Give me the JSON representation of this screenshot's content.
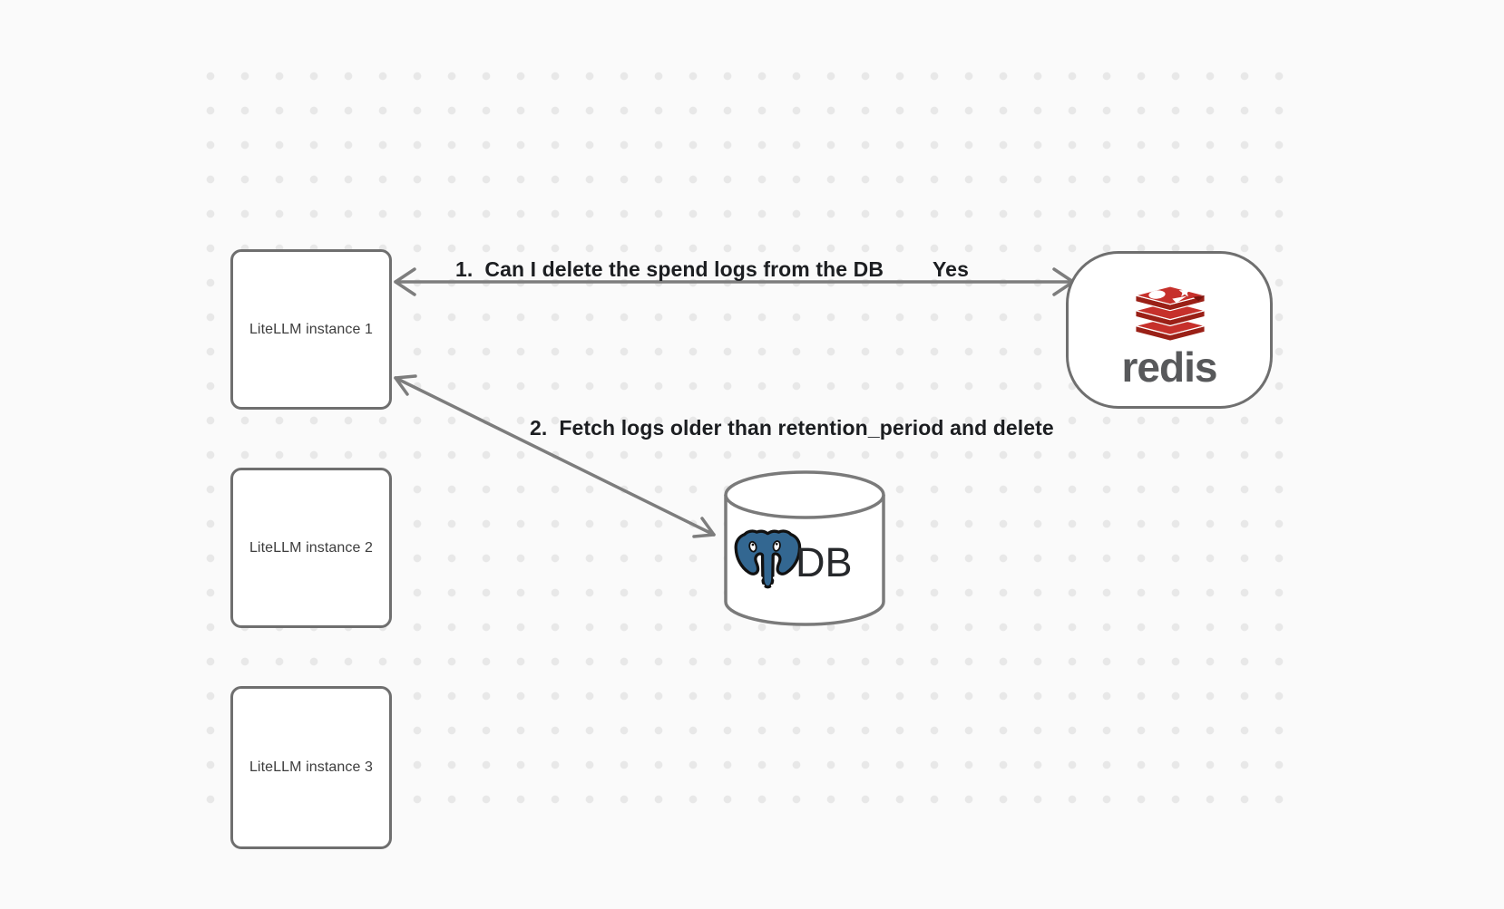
{
  "canvas": {
    "background_color": "#fafafa",
    "dot_color": "#e8e8e8",
    "shape_stroke_color": "#6f6f6f",
    "arrow_color": "#7d7d7d"
  },
  "instances": [
    {
      "label": "LiteLLM instance 1"
    },
    {
      "label": "LiteLLM instance 2"
    },
    {
      "label": "LiteLLM instance 3"
    }
  ],
  "redis_node": {
    "wordmark": "redis",
    "icon": "redis-logo-icon",
    "logo_red": "#c6302b",
    "logo_dark_red": "#9a2017",
    "wordmark_color": "#58595b"
  },
  "db_node": {
    "label": "DB",
    "icon": "postgresql-logo-icon",
    "postgres_blue": "#336791"
  },
  "arrows": [
    {
      "name": "instance1-redis",
      "label": "1.  Can I delete the spend logs from the DB",
      "response_label": "Yes",
      "direction": "bidirectional"
    },
    {
      "name": "instance1-db",
      "label": "2.  Fetch logs older than retention_period and delete",
      "direction": "bidirectional"
    }
  ]
}
